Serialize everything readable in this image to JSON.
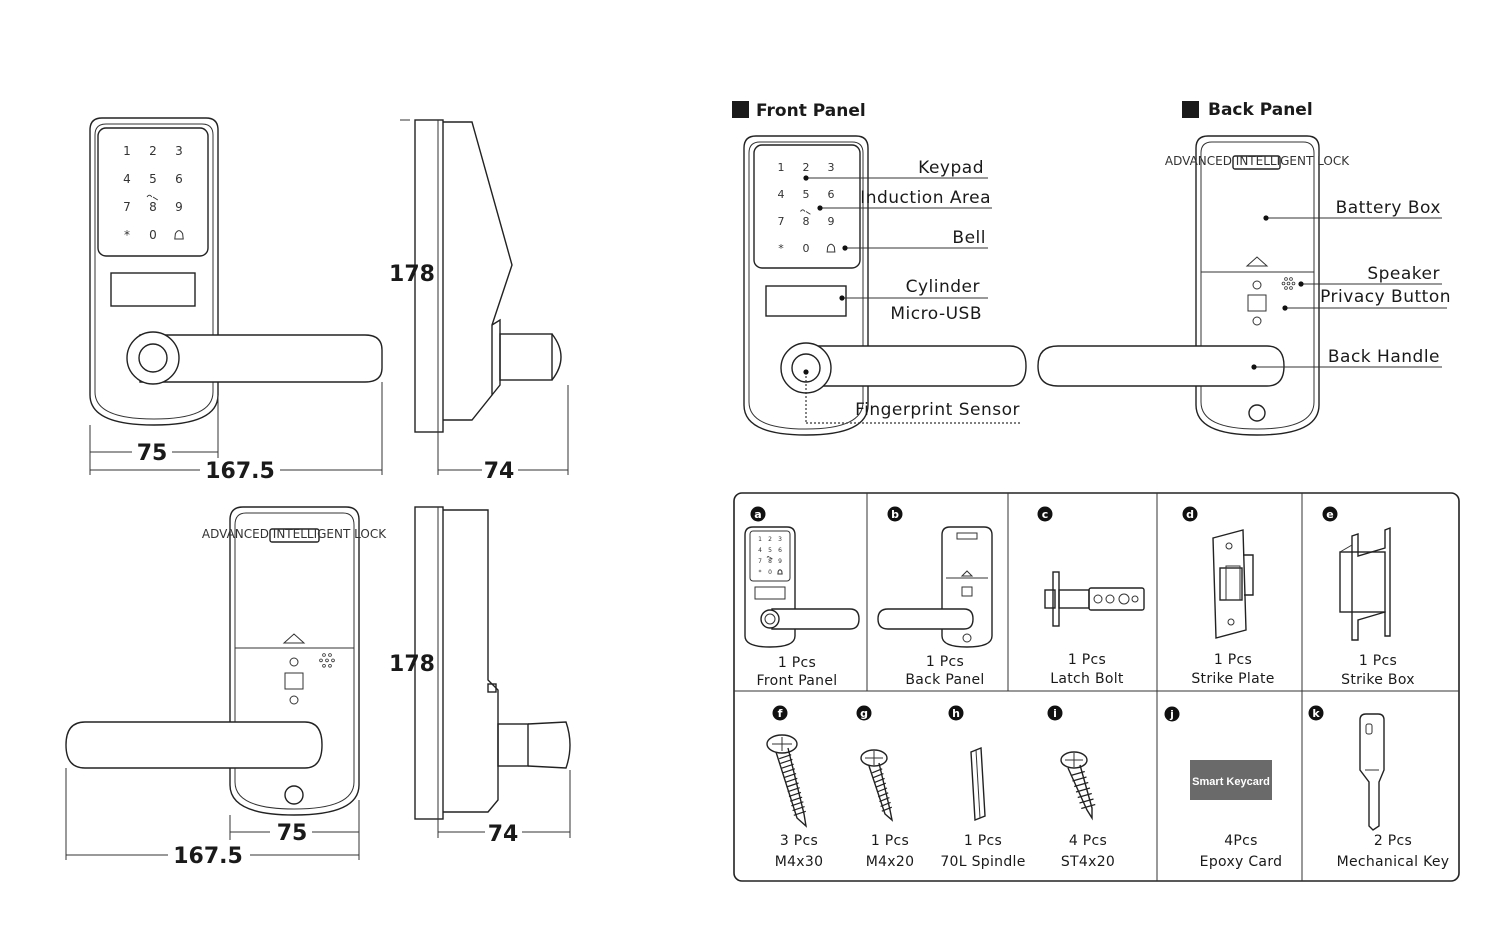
{
  "dimensions": {
    "front_width": "75",
    "front_total": "167.5",
    "front_height": "178",
    "side_depth": "74",
    "back_width": "75",
    "back_total": "167.5",
    "back_height": "178",
    "side_depth2": "74"
  },
  "keypad_keys": [
    "1",
    "2",
    "3",
    "4",
    "5",
    "6",
    "7",
    "8",
    "9",
    "*",
    "0"
  ],
  "back_logo": "ADVANCED INTELLIGENT LOCK",
  "front_panel": {
    "title": "Front Panel",
    "labels": {
      "keypad": "Keypad",
      "induction": "Induction Area",
      "bell": "Bell",
      "cylinder": "Cylinder",
      "usb": "Micro-USB",
      "fingerprint": "Fingerprint Sensor"
    }
  },
  "back_panel": {
    "title": "Back Panel",
    "labels": {
      "battery": "Battery Box",
      "speaker": "Speaker",
      "privacy": "Privacy Button",
      "handle": "Back Handle"
    }
  },
  "parts": [
    {
      "letter": "a",
      "qty": "1 Pcs",
      "name": "Front Panel"
    },
    {
      "letter": "b",
      "qty": "1 Pcs",
      "name": "Back Panel"
    },
    {
      "letter": "c",
      "qty": "1 Pcs",
      "name": "Latch Bolt"
    },
    {
      "letter": "d",
      "qty": "1 Pcs",
      "name": "Strike Plate"
    },
    {
      "letter": "e",
      "qty": "1 Pcs",
      "name": "Strike Box"
    },
    {
      "letter": "f",
      "qty": "3 Pcs",
      "name": "M4x30"
    },
    {
      "letter": "g",
      "qty": "1 Pcs",
      "name": "M4x20"
    },
    {
      "letter": "h",
      "qty": "1 Pcs",
      "name": "70L Spindle"
    },
    {
      "letter": "i",
      "qty": "4 Pcs",
      "name": "ST4x20"
    },
    {
      "letter": "j",
      "qty": "4Pcs",
      "name": "Epoxy Card"
    },
    {
      "letter": "k",
      "qty": "2 Pcs",
      "name": "Mechanical Key"
    }
  ],
  "keycard_label": "Smart Keycard"
}
